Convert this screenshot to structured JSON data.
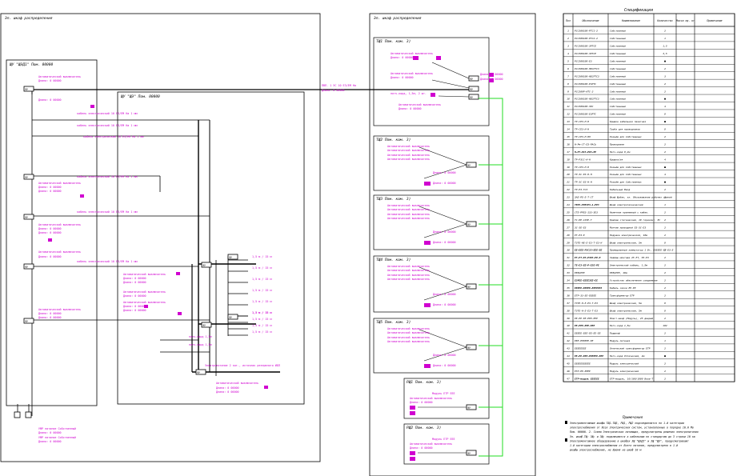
{
  "frames": {
    "left_label": "Эл. шкаф распределения",
    "middle_label": "Эл. шкаф распределения"
  },
  "left_panels": {
    "panel_a_label": "ЩУ \"ЩЭД1\" Пом. 00000",
    "panel_b_label": "ЩУ \"ЩЭ\" Пом. 00000"
  },
  "boards": {
    "tsh1_label": "ТЩ1 Пом. ком. 3)",
    "tsh2_label": "ТЩ2 Пом. ком. 3)",
    "tsh3_label": "ТЩ3 Пом. ком. 3)",
    "tsh4_label": "ТЩ4 Пом. ком. 3)",
    "tsh5_label": "ТЩ5 Пом. ком. 3)",
    "rsh1_label": "РЩ1 Пом. ком. 3)",
    "rsh2_label": "РЩ2 Пом. ком. 3)"
  },
  "spec": {
    "title": "Спецификация",
    "headers": [
      "Поз",
      "Обозначение",
      "Наименование",
      "Количество",
      "Масса ед. кг",
      "Примечание"
    ],
    "rows": [
      [
        "1",
        "РССЗ00100-РТС1-2",
        "Собственный",
        "2",
        ""
      ],
      [
        "2",
        "РССЗ00100-РТС2-2",
        "Собственный",
        "1",
        ""
      ],
      [
        "3",
        "РССЗ00100-ЗРТСЕ",
        "Собственный",
        "1,5",
        ""
      ],
      [
        "4",
        "РССЗ00100-ЗРТСЕ",
        "Собственный",
        "3,5",
        ""
      ],
      [
        "5",
        "РССЗ00100-ЕЗ",
        "Собственный",
        "■",
        ""
      ],
      [
        "6",
        "РССЗ00100-НЕСРТСЗ",
        "Собственный",
        "2",
        ""
      ],
      [
        "7",
        "РССЗ00100-НЕСРТСЗ",
        "Собственный",
        "3",
        ""
      ],
      [
        "8",
        "РССЗ00100-ЕЗРТС",
        "Собственный",
        "2",
        ""
      ],
      [
        "9",
        "РССЗ00Р-НТС-2",
        "Собственный",
        "2",
        ""
      ],
      [
        "10",
        "РССЗ00100-НЕСРТСЗ",
        "Собственный",
        "■",
        ""
      ],
      [
        "11",
        "РССЗ00100-ЗРС",
        "Собственный",
        "4",
        ""
      ],
      [
        "12",
        "РССЗ00100-ЕЗРТС",
        "Собственный",
        "8",
        ""
      ],
      [
        "13",
        "ТР-СЕЗ-Н-Н",
        "Крышка кабельная пакетная",
        "■",
        ""
      ],
      [
        "14",
        "ТР-СЕЗ-Н-Н",
        "Труба для проводников",
        "8",
        ""
      ],
      [
        "15",
        "ТР-СЕЗ-Н-НЛ",
        "Разъём для Собственных",
        "2",
        ""
      ],
      [
        "16",
        "Н-Рм-СТ-ЕЗ-РАСЬ",
        "Проводники",
        "2",
        ""
      ],
      [
        "17",
        "Н-ЕТ-ЛСЗ-ЕОЗ-ЕЕ",
        "Патч-корд 0,2м",
        "2",
        ""
      ],
      [
        "18",
        "ТР-РЗСС-Н-Н",
        "Крышка/ия",
        "4",
        ""
      ],
      [
        "19",
        "ТР-СЕЗ-Н-Н",
        "Разъём для Собственных",
        "■",
        ""
      ],
      [
        "20",
        "ТР-ЗС-ЕЗ-Н-Н",
        "Разъём для Собственных",
        "4",
        ""
      ],
      [
        "21",
        "ТР-ЗС-ЕЗ-Н-Н",
        "Разъём для Собственных",
        "■",
        ""
      ],
      [
        "22",
        "ТР-ЕЗ-ТСЗ",
        "Кабельный Ввод",
        "2",
        ""
      ],
      [
        "23",
        "ЗАЕ-РЕ-Е-Т-СТ",
        "Шкаф Щубак, эл. Обслуживание рабочих зданий",
        "2",
        ""
      ],
      [
        "24",
        "ТЕЕЗ-РРЕСЕЗ-1-РЕЗ",
        "Шкаф электротехнический",
        "1",
        ""
      ],
      [
        "25",
        "СТЕ-РРЕЗ-1ЗЗ-ЗЕЗ",
        "Наличник крепежный с кабел.",
        "2",
        ""
      ],
      [
        "26",
        "ТС-НЕ-1ЗЗЕ-Т",
        "Крепеж статический, 10 горизонт. ЕС",
        "2",
        ""
      ],
      [
        "27",
        "ЗС-ЗЕ-ЕЗ",
        "Монтаж проводной ЕЗ-ЗС-ЕЗ",
        "2",
        ""
      ],
      [
        "28",
        "РТ-ЕЗ-Е",
        "Подушка электрической, 10м",
        "2",
        ""
      ],
      [
        "29",
        "ТЗТЕ-НЕ-Е-ЕЗ-Т-ЕЗ-Н",
        "Шкаф электрический, 5м",
        "8",
        ""
      ],
      [
        "30",
        "ЕЕ-ЕЕЕ-РЗСЗЗ-ЕЕЕ-ЕЕ",
        "Промышленный коммутатор 1 Вт, ЕЕЕЕЕЕ-ЕЕ-ЕЗ-Е",
        "2",
        ""
      ],
      [
        "31",
        "ЕТ-РТ-ЕЗ-ЕЗЕЗ-ЕЕ-Е",
        "Зажимы монтажа 25 ЕТ, ЕЗ-ЕЗ",
        "2",
        ""
      ],
      [
        "32",
        "ТЕ-ЕЗ-ЕЕ-Р-ЕЗЕ-РЕ",
        "Электрический кабель, 1,5м",
        "2",
        ""
      ],
      [
        "33",
        "ЕЕЕрРЕЕ",
        "ЕЕЕрРЕЕ, 10м",
        "2",
        ""
      ],
      [
        "34",
        "ЕЗРЕЕ-ЕЕЕЕЗЕЕ-ЕЕ",
        "Устройство обеспечения соединения",
        "2",
        ""
      ],
      [
        "35",
        "ЕЕЕЕЕ-ЕЕЕЕЕ-ЕЕЕЕЕЕЗ",
        "Кабель связи ЕЕ-ЕЕ",
        "2",
        ""
      ],
      [
        "36",
        "ЕТР-ЗЗ-ЕЕ-ЕЕЕЕЕ",
        "Трансформатор ЕТР",
        "2",
        ""
      ],
      [
        "37",
        "ТЗТЕ-Н-Е-ЕЗ-Т-ЕЗ",
        "Шкаф электрический, 5м",
        "8",
        ""
      ],
      [
        "38",
        "ТЗТЕ-Н-Е-ЕЗ-Т-ЕЗ",
        "Шкаф электрический, 5м",
        "8",
        ""
      ],
      [
        "39",
        "РЕ-ЕЕ-ЕЕ-ЕЕЕ-ЕЕЕ",
        "Пласт-шкаф (Модуль), 25 дверей",
        "2",
        ""
      ],
      [
        "40",
        "ЕЕ-ЕЕЕ-ЕЕЕ-ЕЕЕ",
        "Патч-корд 1,5м",
        "102",
        ""
      ],
      [
        "41",
        "ЕЕЕЕЕ-ЕЕЕ-ЕЕ-ЕЕ-ЕЕ",
        "Подшкаф",
        "2",
        ""
      ],
      [
        "42",
        "ЕЕЕ-ЕЕЕЕЕЕ-ЕЕ",
        "Модуль питания",
        "1",
        ""
      ],
      [
        "43",
        "ЕЕЕЕЕЕЕЕ",
        "Оптический трансформатор ЕТР",
        "2",
        ""
      ],
      [
        "44",
        "ЕЕ-ЕЕ-ЕЕЕ-ЕЕЕЕЕЕ-ЕЕЕ",
        "Патч-корд Оптический, 2м",
        "■",
        ""
      ],
      [
        "45",
        "ЕЕЕЕЕЕЕЕЕЕЕ",
        "Модуль электрический",
        "2",
        ""
      ],
      [
        "46",
        "ЕТР-ЕЕ-ЕЕЕЕ",
        "Модуль электрический",
        "2",
        ""
      ],
      [
        "47",
        "ЕТР-модуль ЕЕЕЕЕЕ",
        "ЕТР-модуль, 10/100/1000 Base-T",
        "2",
        ""
      ]
    ]
  },
  "notes": {
    "title": "Примечания",
    "lines": [
      "Электромонтажные шкафы ТЩ1-ТЩ5, РЩ1, РЩ2 подсоединяются по 1-й категории",
      "электроснабжения от Всех Электрических систем, установленных в порядке 10.0 Мв",
      "Пом. 00000. 2. Схема Электрических питающих, предусмотрены решения электропитания",
      "Эл. шкаф-ТЩ: ЗЩ: и ЗЩ: подключаются к кабельным по стандартам до 3 строки 10 кв",
      "Электромонтажное оборудование в шкафах ЗЩ \"ЩЭД1\" и ЗЩ \"ЩЭ\", предусматривают",
      "1-й категории электроснабжения от Всего питания, предусмотрено в 1-й",
      "шкафы электроснабжения, не Время на шкаф 10 м"
    ]
  },
  "diagram": {
    "text_cable_main": "ПВП. 1 ЭС 10 ЕЗ/ЕМ На",
    "text_len": "Длина: 0 00000",
    "text_cable_small": "кабель электрический 10 ЕЗ/ЕМ На 1 мм",
    "text_breaker": "Автоматический выключатель",
    "text_sw": "ЩУ",
    "text_len_m": "1,5 м / 15 м",
    "text_patch": "патч-корд 1,5м",
    "text_power": "Электропитание 2 кат., источник резервного ИБП",
    "text_module": "Модуль ЕТР ЕЕЕ",
    "text_ufr": "УФР питание Собственный",
    "text_link": "патч-корд, 1,5м, 2 шт."
  }
}
